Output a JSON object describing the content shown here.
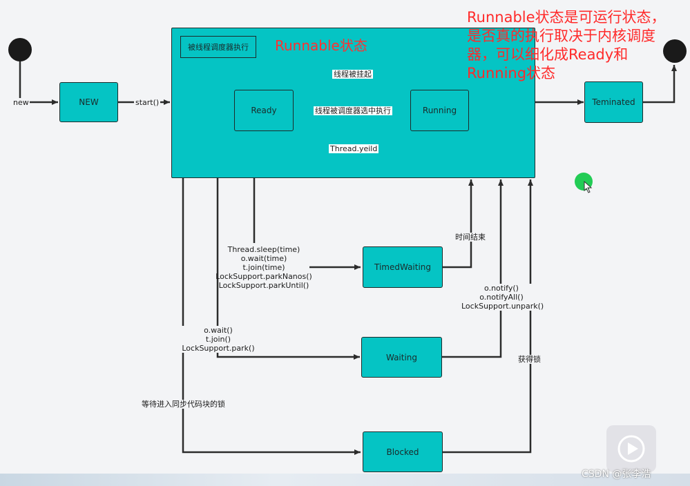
{
  "states": {
    "new": "NEW",
    "ready": "Ready",
    "running": "Running",
    "terminated": "Teminated",
    "timed_waiting": "TimedWaiting",
    "waiting": "Waiting",
    "blocked": "Blocked"
  },
  "runnable": {
    "title": "Runnable状态",
    "scheduler_label": "被线程调度器执行"
  },
  "note": {
    "lines": [
      "Runnable状态是可运行状态，",
      "是否真的执行取决于内核调度",
      "器，可以细化成Ready和",
      "Running状态"
    ]
  },
  "transitions": {
    "new_label": "new",
    "start": "start()",
    "suspended": "线程被挂起",
    "selected": "线程被调度器选中执行",
    "yield": "Thread.yeild",
    "timed_calls": [
      "Thread.sleep(time)",
      "o.wait(time)",
      "t.join(time)",
      "LockSupport.parkNanos()",
      "LockSupport.parkUntil()"
    ],
    "time_over": "时间结束",
    "wait_calls": [
      "o.wait()",
      "t.join()",
      "LockSupport.park()"
    ],
    "notify_calls": [
      "o.notify()",
      "o.notifyAll()",
      "LockSupport.unpark()"
    ],
    "wait_lock": "等待进入同步代码块的锁",
    "got_lock": "获得锁"
  },
  "watermark": "CSDN @张李浩",
  "colors": {
    "state_fill": "#05c4c4",
    "note_text": "#ff2a2a",
    "line": "#2b2b2b"
  }
}
